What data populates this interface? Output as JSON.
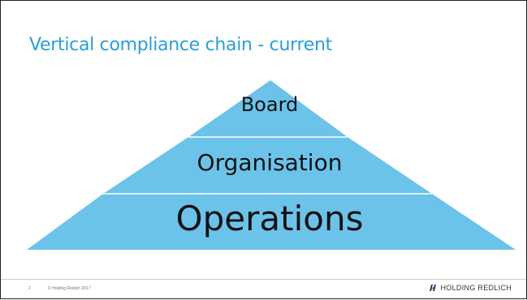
{
  "slide": {
    "title": "Vertical compliance chain - current",
    "tiers": [
      {
        "label": "Board"
      },
      {
        "label": "Organisation"
      },
      {
        "label": "Operations"
      }
    ],
    "colors": {
      "title": "#2a9fd6",
      "tier_fill": "#6cc3ea",
      "tier_divider": "#ffffff"
    }
  },
  "footer": {
    "page_number": "2",
    "copyright": "© Holding Redlich 2017",
    "logo_text": "HOLDING REDLICH",
    "logo_icon": "hr-logo-icon"
  }
}
